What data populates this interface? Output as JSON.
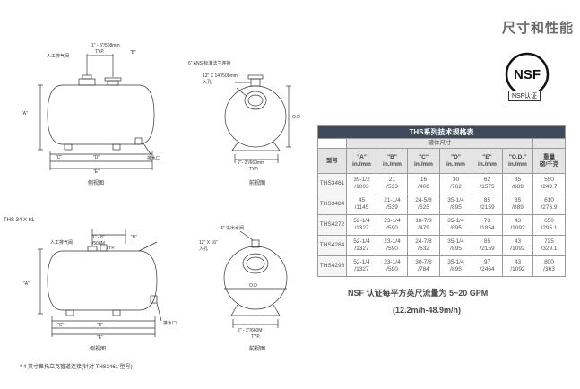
{
  "page_title": "尺寸和性能",
  "nsf": {
    "logo_text": "NSF",
    "label": "NSF认证"
  },
  "drawings": {
    "top_side": {
      "air_vent": "人工排气阀",
      "dim_1": "1\" - 8\"/508mm",
      "typ": "TYP.",
      "a": "\"A\"",
      "b": "\"B\"",
      "c": "\"C\"",
      "d": "\"D\"",
      "e": "\"E\"",
      "drain": "排水口",
      "caption": "侧视图"
    },
    "top_front": {
      "ansi": "6\" ANSI标准法兰连接",
      "manhole_1": "12\" X 14\"/508mm",
      "manhole_2": "入孔",
      "od": "O.D",
      "base_1": "2\"- 2\"/660mm",
      "base_2": "TYP.",
      "caption": "前视图"
    },
    "model_label": "THS 34 X 61",
    "bottom_side": {
      "air_vent": "人工排气阀",
      "dim_1": "1\" - 8\"",
      "dim_2": "/508M",
      "typ": "TYP.",
      "a": "\"A\"",
      "b": "\"B\"",
      "c": "\"C\"",
      "d": "\"D\"",
      "e": "\"E\"",
      "drain": "排水口",
      "caption": "侧视图"
    },
    "bottom_front": {
      "inlet": "4\" 进出水阀",
      "manhole_1": "12\" X 16\"",
      "manhole_2": "入孔",
      "od": "O.D",
      "base_1": "2\" - 2\"/660M",
      "base_2": "TYP.",
      "caption": "前视图"
    }
  },
  "table": {
    "title": "THS系列技术规格表",
    "dim_header": "罐体尺寸",
    "columns": [
      {
        "top": "型号",
        "bottom": ""
      },
      {
        "top": "\"A\"",
        "bottom": "in./mm"
      },
      {
        "top": "\"B\"",
        "bottom": "in./mm"
      },
      {
        "top": "\"C\"",
        "bottom": "in./mm"
      },
      {
        "top": "\"D\"",
        "bottom": "in./mm"
      },
      {
        "top": "\"E\"",
        "bottom": "in./mm"
      },
      {
        "top": "\"O.D.\"",
        "bottom": "in./mm"
      },
      {
        "top": "重量",
        "bottom": "磅/千克"
      }
    ],
    "rows": [
      [
        "THS3461",
        "39-1/2",
        "/1003",
        "21",
        "/533",
        "16",
        "/406",
        "30",
        "/762",
        "62",
        "/1575",
        "35",
        "/889",
        "550",
        "/249.7"
      ],
      [
        "THS3484",
        "45",
        "/1145",
        "21-1/4",
        "/539",
        "24-5/8",
        "/625",
        "35-1/4",
        "/895",
        "85",
        "/2159",
        "35",
        "/889",
        "610",
        "/276.9"
      ],
      [
        "THS4272",
        "52-1/4",
        "/1327",
        "23-1/4",
        "/590",
        "18-7/8",
        "/479",
        "35-1/4",
        "/895",
        "73",
        "/1854",
        "43",
        "/1092",
        "650",
        "/295.1"
      ],
      [
        "THS4284",
        "52-1/4",
        "/1327",
        "23-1/4",
        "/590",
        "24-7/8",
        "/632",
        "35-1/4",
        "/895",
        "85",
        "/2159",
        "43",
        "/1092",
        "725",
        "/329.1"
      ],
      [
        "THS4296",
        "52-1/4",
        "/1327",
        "23-1/4",
        "/590",
        "30-7/8",
        "/784",
        "35-1/4",
        "/895",
        "97",
        "/2464",
        "43",
        "/1092",
        "800",
        "/363"
      ]
    ]
  },
  "flow": {
    "line1": "NSF 认证每平方英尺流量为 5~20 GPM",
    "line2": "(12.2m/h-48.9m/h)"
  },
  "footnote": "* 4 英寸鼻托立克管道连接(针对 THS3461 型号)"
}
